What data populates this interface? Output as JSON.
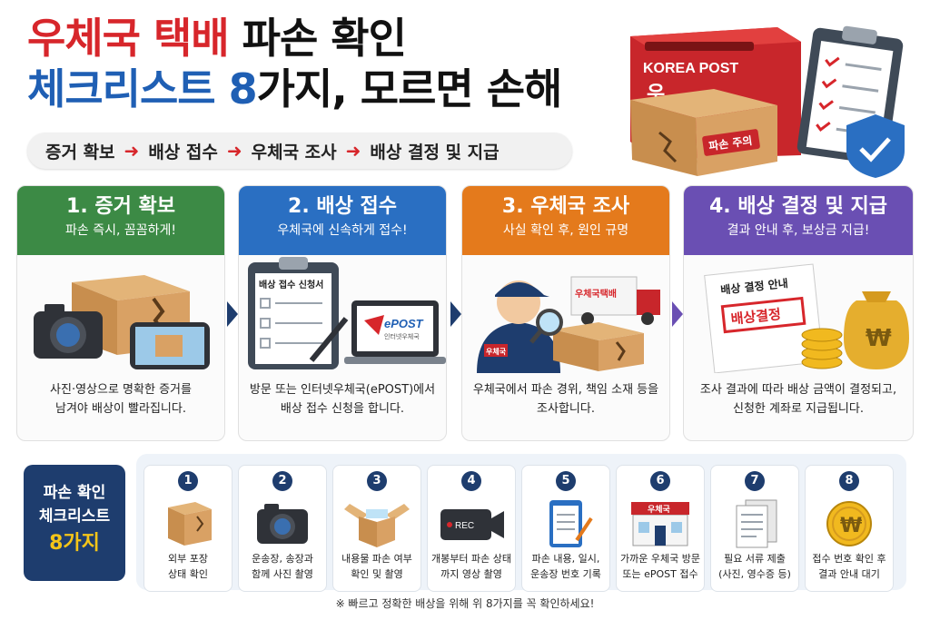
{
  "title": {
    "line1_red": "우체국 택배",
    "line1_dark": " 파손 확인",
    "line2_blue": "체크리스트 8",
    "line2_dark": "가지, 모르면 손해"
  },
  "flow": [
    "증거 확보",
    "배상 접수",
    "우체국 조사",
    "배상 결정 및 지급"
  ],
  "hero": {
    "post_label": "KOREA POST",
    "post_mark": "우",
    "fragile": "파손 주의"
  },
  "steps": [
    {
      "title": "1. 증거 확보",
      "subtitle": "파손 즉시, 꼼꼼하게!",
      "desc1": "사진·영상으로 명확한 증거를",
      "desc2": "남겨야 배상이 빨라집니다.",
      "color": "#3c8a45"
    },
    {
      "title": "2. 배상 접수",
      "subtitle": "우체국에 신속하게 접수!",
      "desc1": "방문 또는 인터넷우체국(ePOST)에서",
      "desc2": "배상 접수 신청을 합니다.",
      "color": "#2a6fc2"
    },
    {
      "title": "3. 우체국 조사",
      "subtitle": "사실 확인 후, 원인 규명",
      "desc1": "우체국에서 파손 경위, 책임 소재 등을",
      "desc2": "조사합니다.",
      "color": "#e47a1c"
    },
    {
      "title": "4. 배상 결정 및 지급",
      "subtitle": "결과 안내 후, 보상금 지급!",
      "desc1": "조사 결과에 따라 배상 금액이 결정되고,",
      "desc2": "신청한 계좌로 지급됩니다.",
      "color": "#6a4fb3"
    }
  ],
  "step_images": {
    "form_title": "배상 접수 신청서",
    "epost": "ePOST",
    "epost_sub": "인터넷우체국",
    "truck_label": "우체국택배",
    "badge_label": "우체국",
    "notice_title": "배상 결정 안내",
    "stamp": "배상결정",
    "won": "₩"
  },
  "checklist": {
    "badge_l1": "파손 확인",
    "badge_l2": "체크리스트",
    "badge_l3": "8가지",
    "items": [
      {
        "num": "1",
        "l1": "외부 포장",
        "l2": "상태 확인",
        "icon": "box-icon"
      },
      {
        "num": "2",
        "l1": "운송장, 송장과",
        "l2": "함께 사진 촬영",
        "icon": "camera-icon"
      },
      {
        "num": "3",
        "l1": "내용물 파손 여부",
        "l2": "확인 및 촬영",
        "icon": "open-box-icon"
      },
      {
        "num": "4",
        "l1": "개봉부터 파손 상태",
        "l2": "까지 영상 촬영",
        "icon": "video-camera-icon",
        "rec": "REC"
      },
      {
        "num": "5",
        "l1": "파손 내용, 일시,",
        "l2": "운송장 번호 기록",
        "icon": "clipboard-icon"
      },
      {
        "num": "6",
        "l1": "가까운 우체국 방문",
        "l2": "또는 ePOST 접수",
        "icon": "post-office-icon",
        "sign": "우체국"
      },
      {
        "num": "7",
        "l1": "필요 서류 제출",
        "l2": "(사진, 영수증 등)",
        "icon": "documents-icon"
      },
      {
        "num": "8",
        "l1": "접수 번호 확인 후",
        "l2": "결과 안내 대기",
        "icon": "coin-icon",
        "won": "₩"
      }
    ]
  },
  "note": "※ 빠르고 정확한 배상을 위해 위 8가지를 꼭 확인하세요!"
}
